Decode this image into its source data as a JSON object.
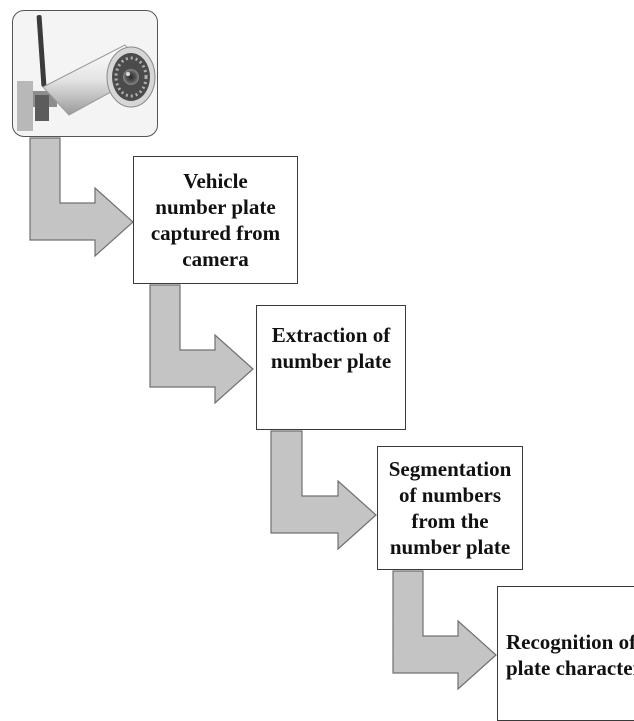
{
  "steps": [
    {
      "lines": [
        "Vehicle",
        "number plate",
        "captured from",
        "camera"
      ]
    },
    {
      "lines": [
        "Extraction of",
        "number plate"
      ]
    },
    {
      "lines": [
        "Segmentation",
        "of numbers",
        "from the",
        "number plate"
      ]
    },
    {
      "lines": [
        "Recognition of",
        "plate character"
      ]
    }
  ],
  "colors": {
    "arrow_fill": "#c4c4c4",
    "arrow_stroke": "#707070",
    "box_border": "#3a3a3a",
    "text": "#111111"
  },
  "icons": {
    "camera": "security-camera-icon"
  }
}
